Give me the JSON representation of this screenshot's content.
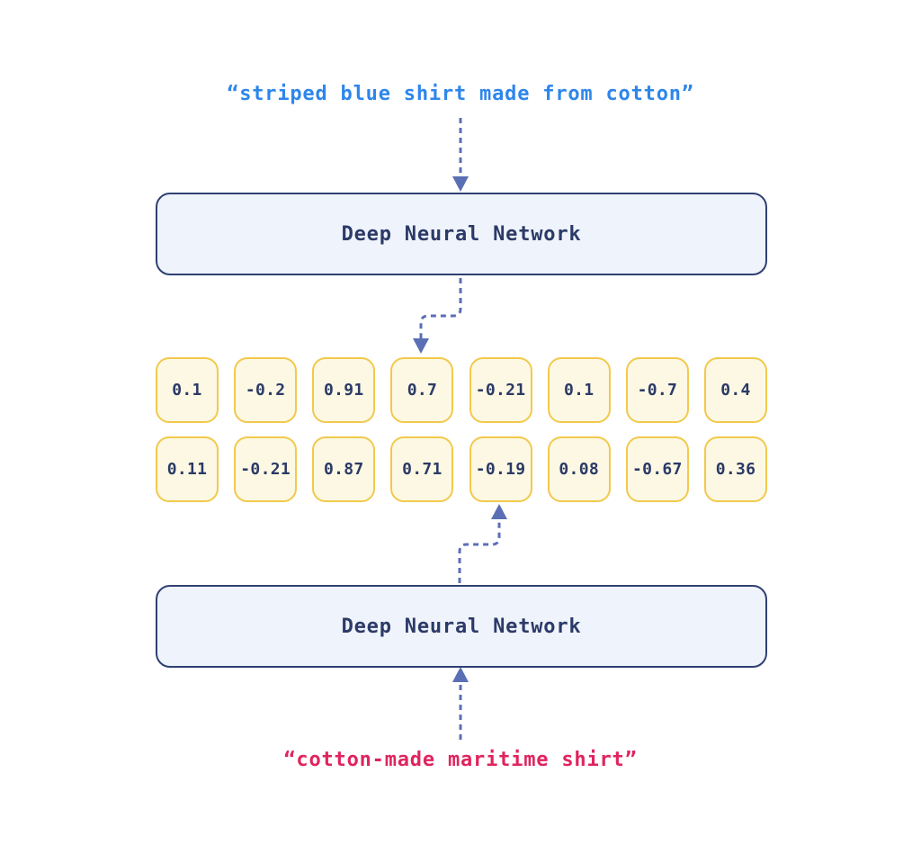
{
  "diagram": {
    "top_query": {
      "text": "“striped blue shirt made from cotton”"
    },
    "dnn_top": {
      "label": "Deep Neural Network"
    },
    "embedding_rows": {
      "row1": [
        "0.1",
        "-0.2",
        "0.91",
        "0.7",
        "-0.21",
        "0.1",
        "-0.7",
        "0.4"
      ],
      "row2": [
        "0.11",
        "-0.21",
        "0.87",
        "0.71",
        "-0.19",
        "0.08",
        "-0.67",
        "0.36"
      ]
    },
    "dnn_bottom": {
      "label": "Deep Neural Network"
    },
    "bottom_query": {
      "text": "“cotton-made maritime shirt”"
    }
  },
  "colors": {
    "top_query_text": "#2E86EB",
    "bottom_query_text": "#E0245E",
    "arrow": "#5B6FB5",
    "dnn_box_border": "#2F4172",
    "dnn_box_fill": "#EFF3FB",
    "dnn_box_text": "#2B3A67",
    "embedding_cell_border": "#F2C94C",
    "embedding_cell_fill": "#FCF8E3",
    "embedding_cell_text": "#2B3A67",
    "background": "#FFFFFF"
  },
  "icons": {
    "arrow_top_down": "dashed-arrow-down",
    "arrow_dnn_top_to_embedding": "dashed-elbow-arrow-down",
    "arrow_dnn_bottom_to_embedding": "dashed-elbow-arrow-up",
    "arrow_bottom_up": "dashed-arrow-up"
  }
}
